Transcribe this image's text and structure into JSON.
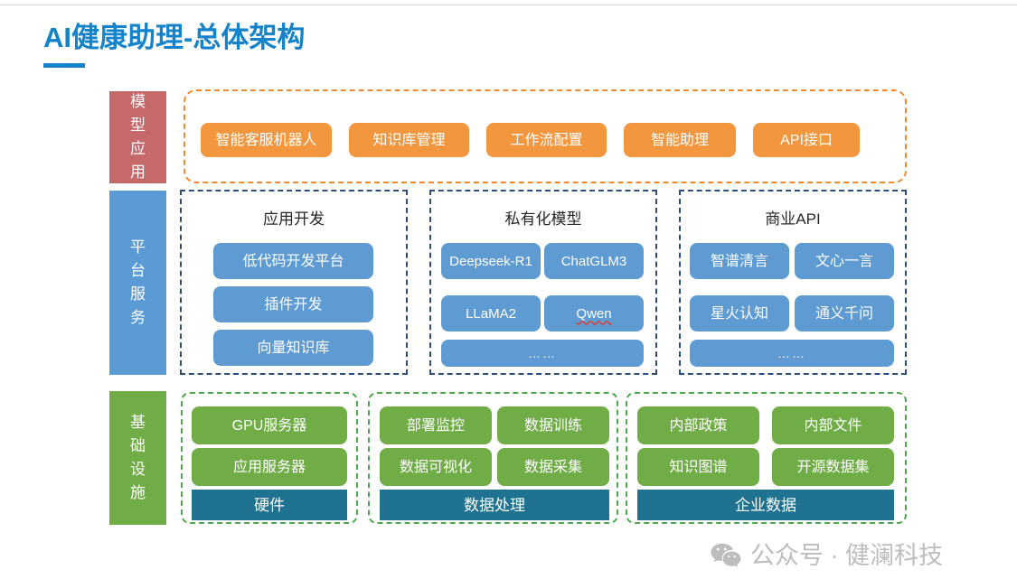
{
  "page": {
    "title": "AI健康助理-总体架构",
    "accent_color": "#1583c9",
    "background": "#ffffff"
  },
  "watermark": {
    "icon": "wechat-icon",
    "text": "公众号 · 健澜科技",
    "color": "#bdbdbd"
  },
  "rows": [
    {
      "id": "model-application",
      "label": "模型应用",
      "label_color": "#C5696B",
      "zone_border_color": "#ED8B34",
      "chip_color": "#F3973F",
      "items": [
        "智能客服机器人",
        "知识库管理",
        "工作流配置",
        "智能助理",
        "API接口"
      ]
    },
    {
      "id": "platform-service",
      "label": "平台服务",
      "label_color": "#5B9BD5",
      "zone_border_color": "#2B4E7E",
      "chip_color": "#5E9BD3",
      "groups": [
        {
          "caption": "应用开发",
          "items": [
            "低代码开发平台",
            "插件开发",
            "向量知识库"
          ]
        },
        {
          "caption": "私有化模型",
          "items": [
            "Deepseek-R1",
            "ChatGLM3",
            "LLaMA2",
            "Qwen",
            "……"
          ]
        },
        {
          "caption": "商业API",
          "items": [
            "智谱清言",
            "文心一言",
            "星火认知",
            "通义千问",
            "……"
          ]
        }
      ]
    },
    {
      "id": "infrastructure",
      "label": "基础设施",
      "label_color": "#70AD47",
      "zone_border_color": "#4EA84E",
      "chip_color": "#70AD47",
      "bar_color": "#1F7391",
      "groups": [
        {
          "items": [
            "GPU服务器",
            "应用服务器"
          ],
          "bar": "硬件"
        },
        {
          "items": [
            "部署监控",
            "数据训练",
            "数据可视化",
            "数据采集"
          ],
          "bar": "数据处理"
        },
        {
          "items": [
            "内部政策",
            "内部文件",
            "知识图谱",
            "开源数据集"
          ],
          "bar": "企业数据"
        }
      ]
    }
  ]
}
